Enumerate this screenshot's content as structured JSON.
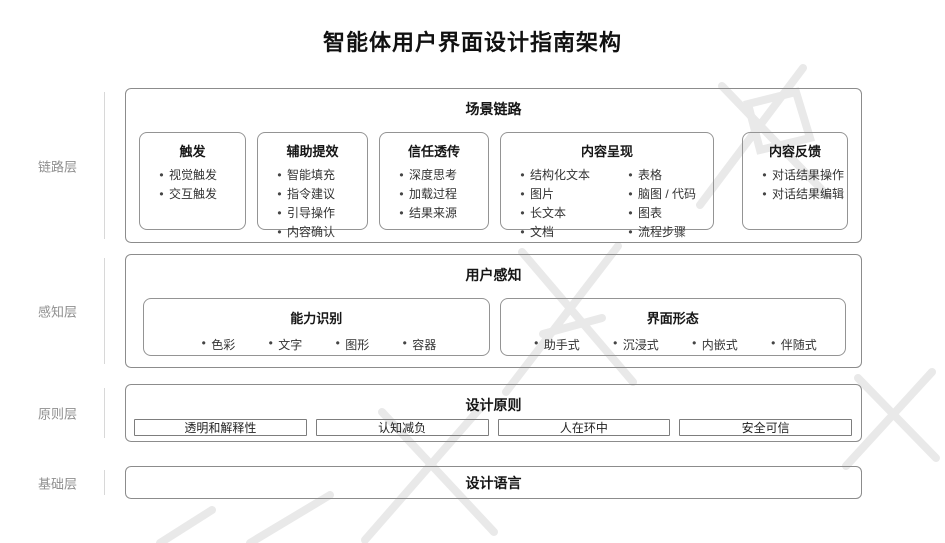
{
  "title": "智能体用户界面设计指南架构",
  "bullet_icon": "•",
  "colors": {
    "background": "#ffffff",
    "box_border": "#8c8c8c",
    "card_border": "#949494",
    "rail_label": "#8f8f8f",
    "rail_line": "#d8d8d8",
    "heading_text": "#161616",
    "item_text": "#333333",
    "watermark": "#e9e9e9"
  },
  "layers": [
    {
      "rail_label": "链路层",
      "header": "场景链路",
      "cards": [
        {
          "title": "触发",
          "items": [
            "视觉触发",
            "交互触发"
          ]
        },
        {
          "title": "辅助提效",
          "items": [
            "智能填充",
            "指令建议",
            "引导操作",
            "内容确认"
          ]
        },
        {
          "title": "信任透传",
          "items": [
            "深度思考",
            "加载过程",
            "结果来源"
          ]
        },
        {
          "title": "内容呈现",
          "columns": [
            [
              "结构化文本",
              "图片",
              "长文本",
              "文档"
            ],
            [
              "表格",
              "脑图 / 代码",
              "图表",
              "流程步骤"
            ]
          ]
        },
        {
          "title": "内容反馈",
          "items": [
            "对话结果操作",
            "对话结果编辑"
          ]
        }
      ]
    },
    {
      "rail_label": "感知层",
      "header": "用户感知",
      "cards": [
        {
          "title": "能力识别",
          "inline_items": [
            "色彩",
            "文字",
            "图形",
            "容器"
          ]
        },
        {
          "title": "界面形态",
          "inline_items": [
            "助手式",
            "沉浸式",
            "内嵌式",
            "伴随式"
          ]
        }
      ]
    },
    {
      "rail_label": "原则层",
      "header": "设计原则",
      "principles": [
        "透明和解释性",
        "认知减负",
        "人在环中",
        "安全可信"
      ]
    },
    {
      "rail_label": "基础层",
      "base_label": "设计语言"
    }
  ]
}
